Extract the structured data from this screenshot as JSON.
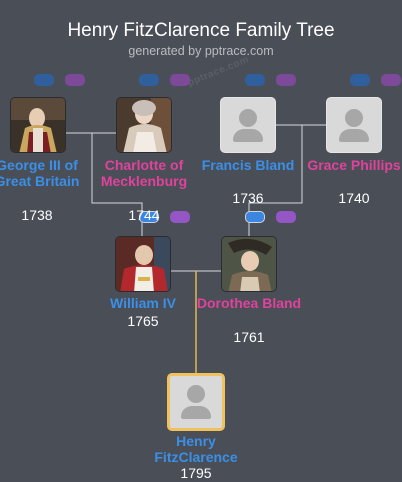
{
  "header": {
    "title": "Henry FitzClarence Family Tree",
    "subtitle": "generated by pptrace.com",
    "watermark": "pptrace.com"
  },
  "colors": {
    "male": "#3a90e8",
    "female": "#e0429c",
    "focus_border": "#f0c25e",
    "line": "#d6d8dc",
    "focus_line": "#e0b65a",
    "background": "#4a4e57"
  },
  "people": {
    "george": {
      "name": "George III of Great Britain",
      "year": "1738",
      "gender": "male",
      "photo": "portrait"
    },
    "charlotte": {
      "name": "Charlotte of Mecklenburg",
      "year": "1744",
      "gender": "female",
      "photo": "portrait"
    },
    "francis": {
      "name": "Francis Bland",
      "year": "1736",
      "gender": "male",
      "photo": "placeholder"
    },
    "grace": {
      "name": "Grace Phillips",
      "year": "1740",
      "gender": "female",
      "photo": "placeholder"
    },
    "william": {
      "name": "William IV",
      "year": "1765",
      "gender": "male",
      "photo": "portrait"
    },
    "dorothea": {
      "name": "Dorothea Bland",
      "year": "1761",
      "gender": "female",
      "photo": "portrait"
    },
    "henry": {
      "name": "Henry FitzClarence",
      "year": "1795",
      "gender": "male",
      "photo": "placeholder"
    }
  }
}
